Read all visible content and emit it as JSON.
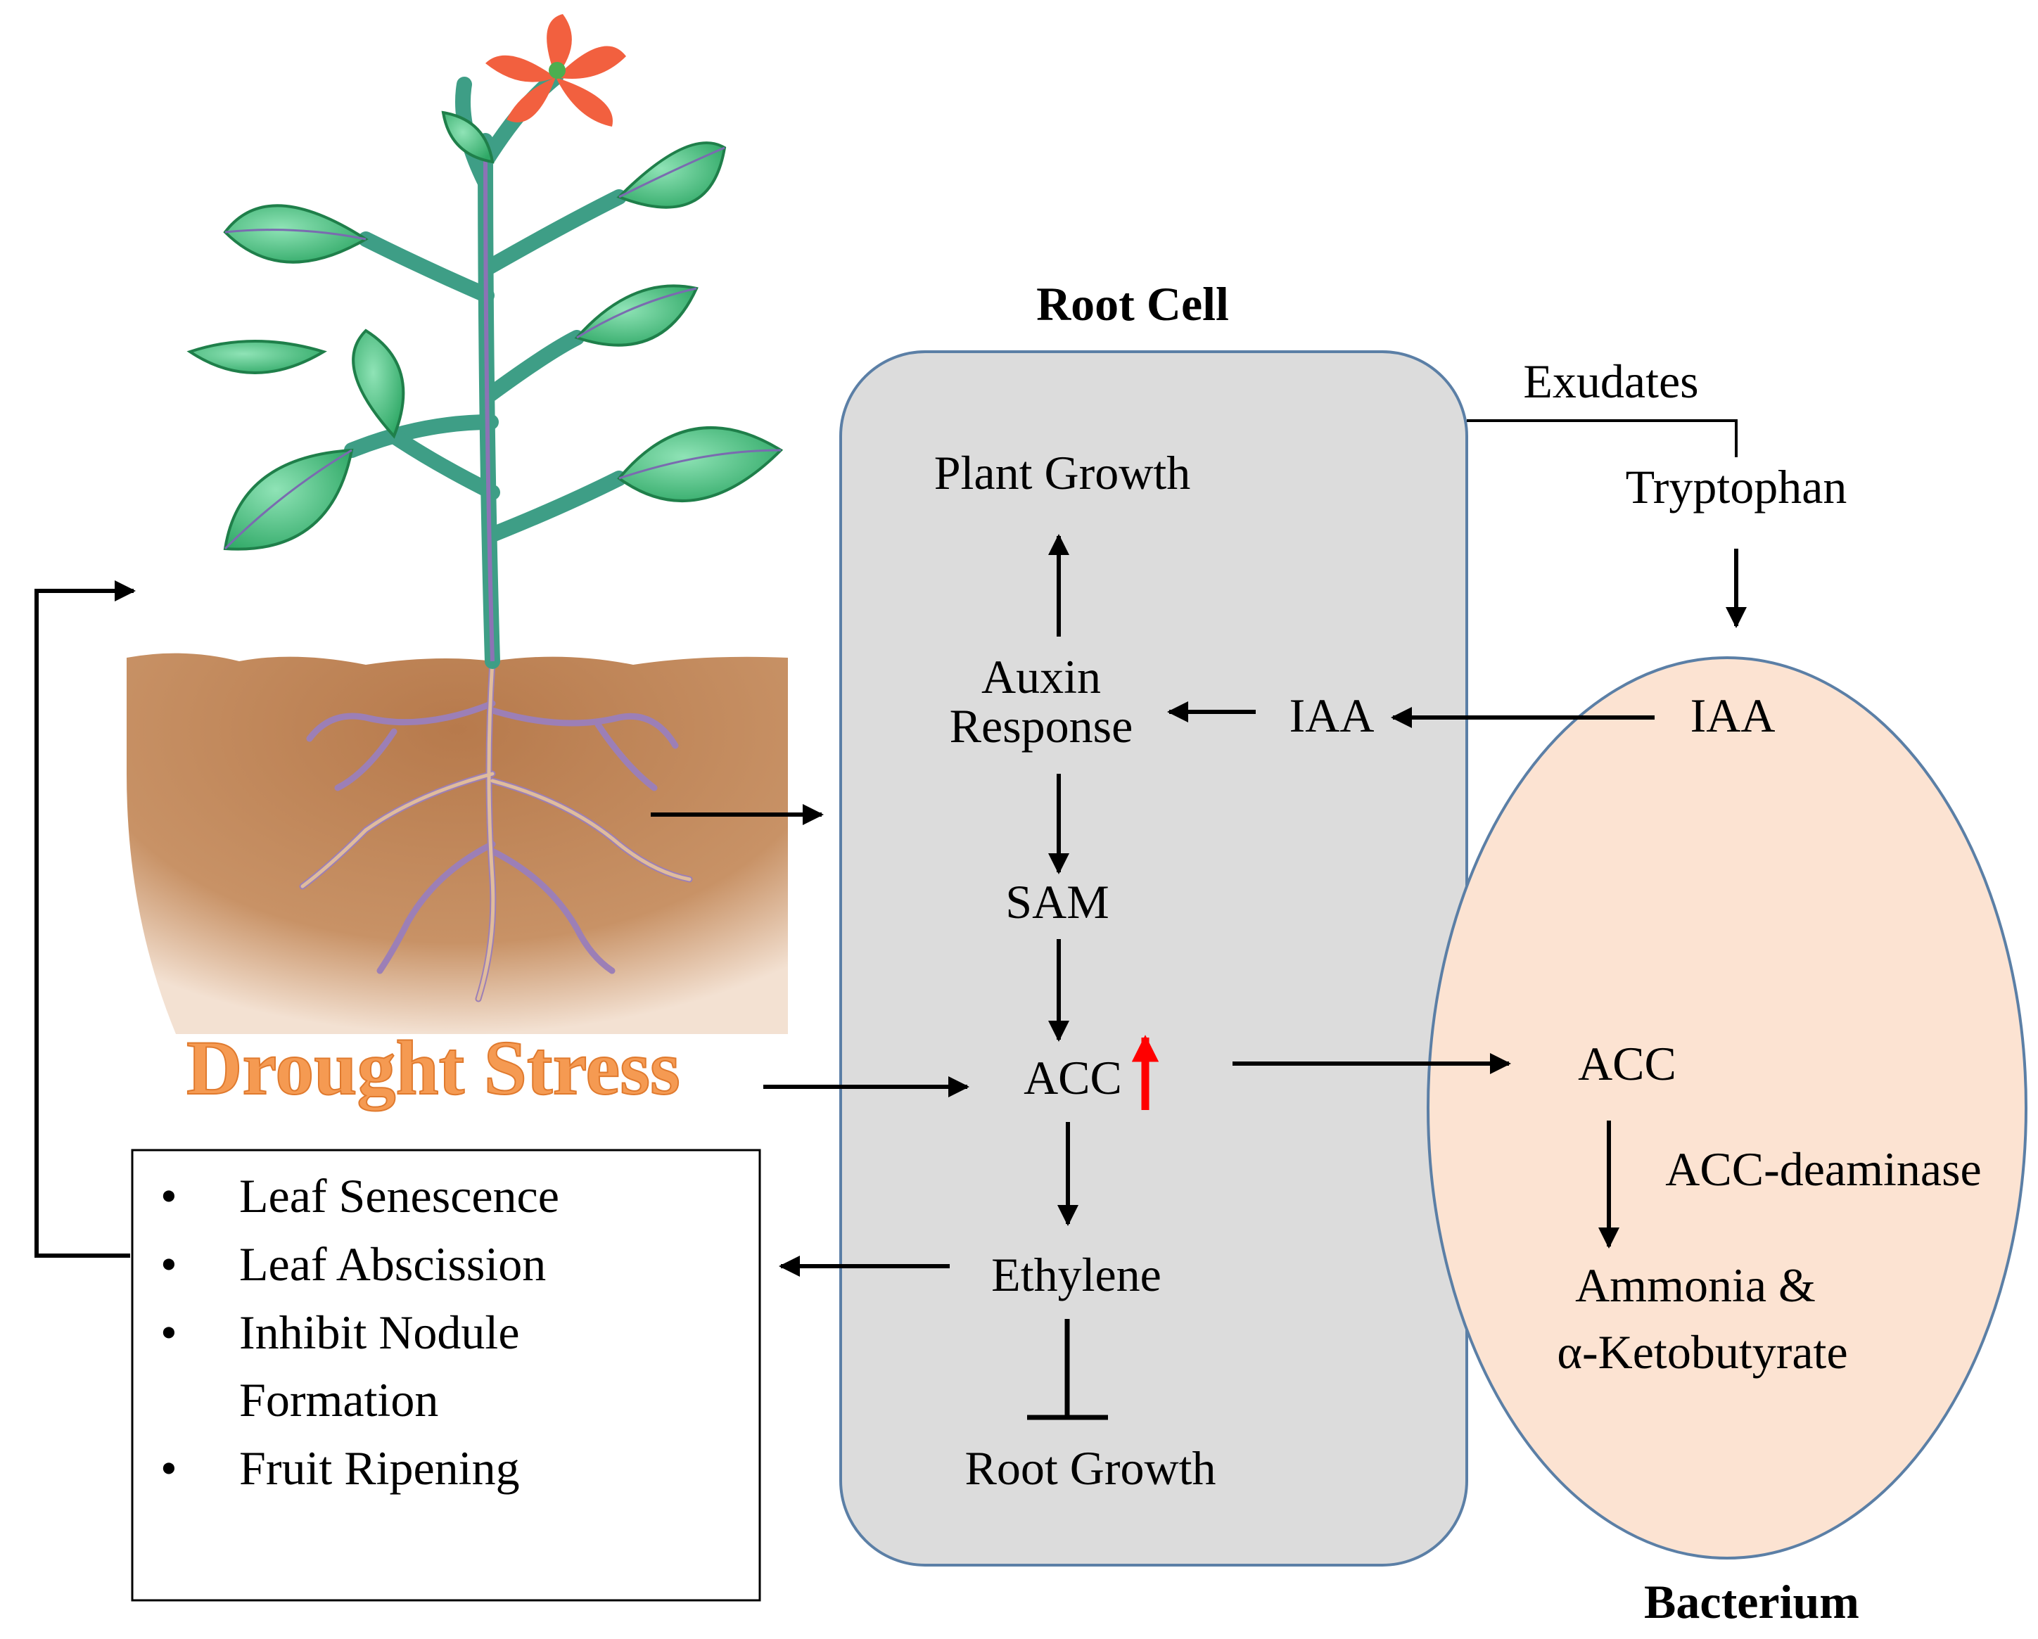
{
  "labels": {
    "root_cell_title": "Root Cell",
    "bacterium_title": "Bacterium",
    "drought_stress": "Drought Stress",
    "plant_growth": "Plant Growth",
    "auxin_line1": "Auxin",
    "auxin_line2": "Response",
    "iaa_root": "IAA",
    "iaa_bacterium": "IAA",
    "sam": "SAM",
    "acc_root": "ACC",
    "ethylene": "Ethylene",
    "root_growth": "Root Growth",
    "exudates": "Exudates",
    "tryptophan": "Tryptophan",
    "acc_bacterium": "ACC",
    "acc_deaminase": "ACC-deaminase",
    "ammonia_line1": "Ammonia &",
    "ammonia_line2": "α-Ketobutyrate"
  },
  "effects": {
    "bullet": "•",
    "items": [
      "Leaf Senescence",
      "Leaf Abscission",
      "Inhibit Nodule",
      "Formation",
      "Fruit Ripening"
    ]
  },
  "colors": {
    "root_cell_fill": "#DCDCDC",
    "root_cell_stroke": "#5B7FA6",
    "bacterium_fill": "#FCE3D2",
    "bacterium_stroke": "#5B7FA6",
    "soil": "#B87A4B",
    "leaf": "#3CB371",
    "stem": "#3E9E86",
    "flower": "#F2603F",
    "increase_arrow": "#FF0000"
  }
}
